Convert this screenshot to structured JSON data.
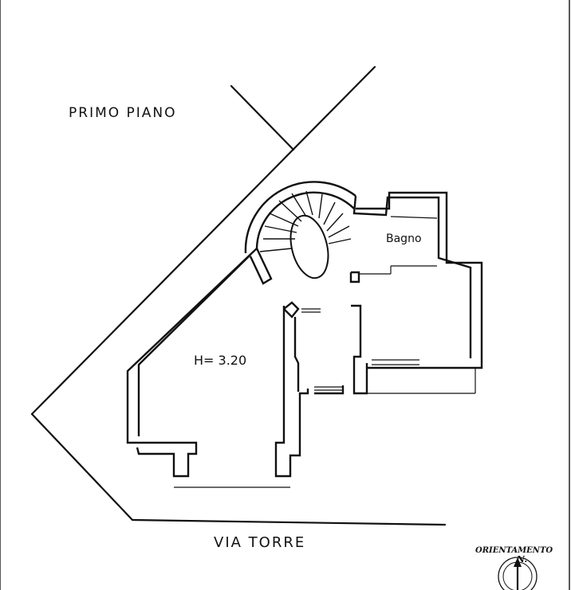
{
  "labels": {
    "floor_title": "PRIMO PIANO",
    "room_bathroom": "Bagno",
    "ceiling_height": "H= 3.20",
    "street_name": "VIA TORRE",
    "orientation_label": "ORIENTAMENTO",
    "north_label": "N."
  }
}
